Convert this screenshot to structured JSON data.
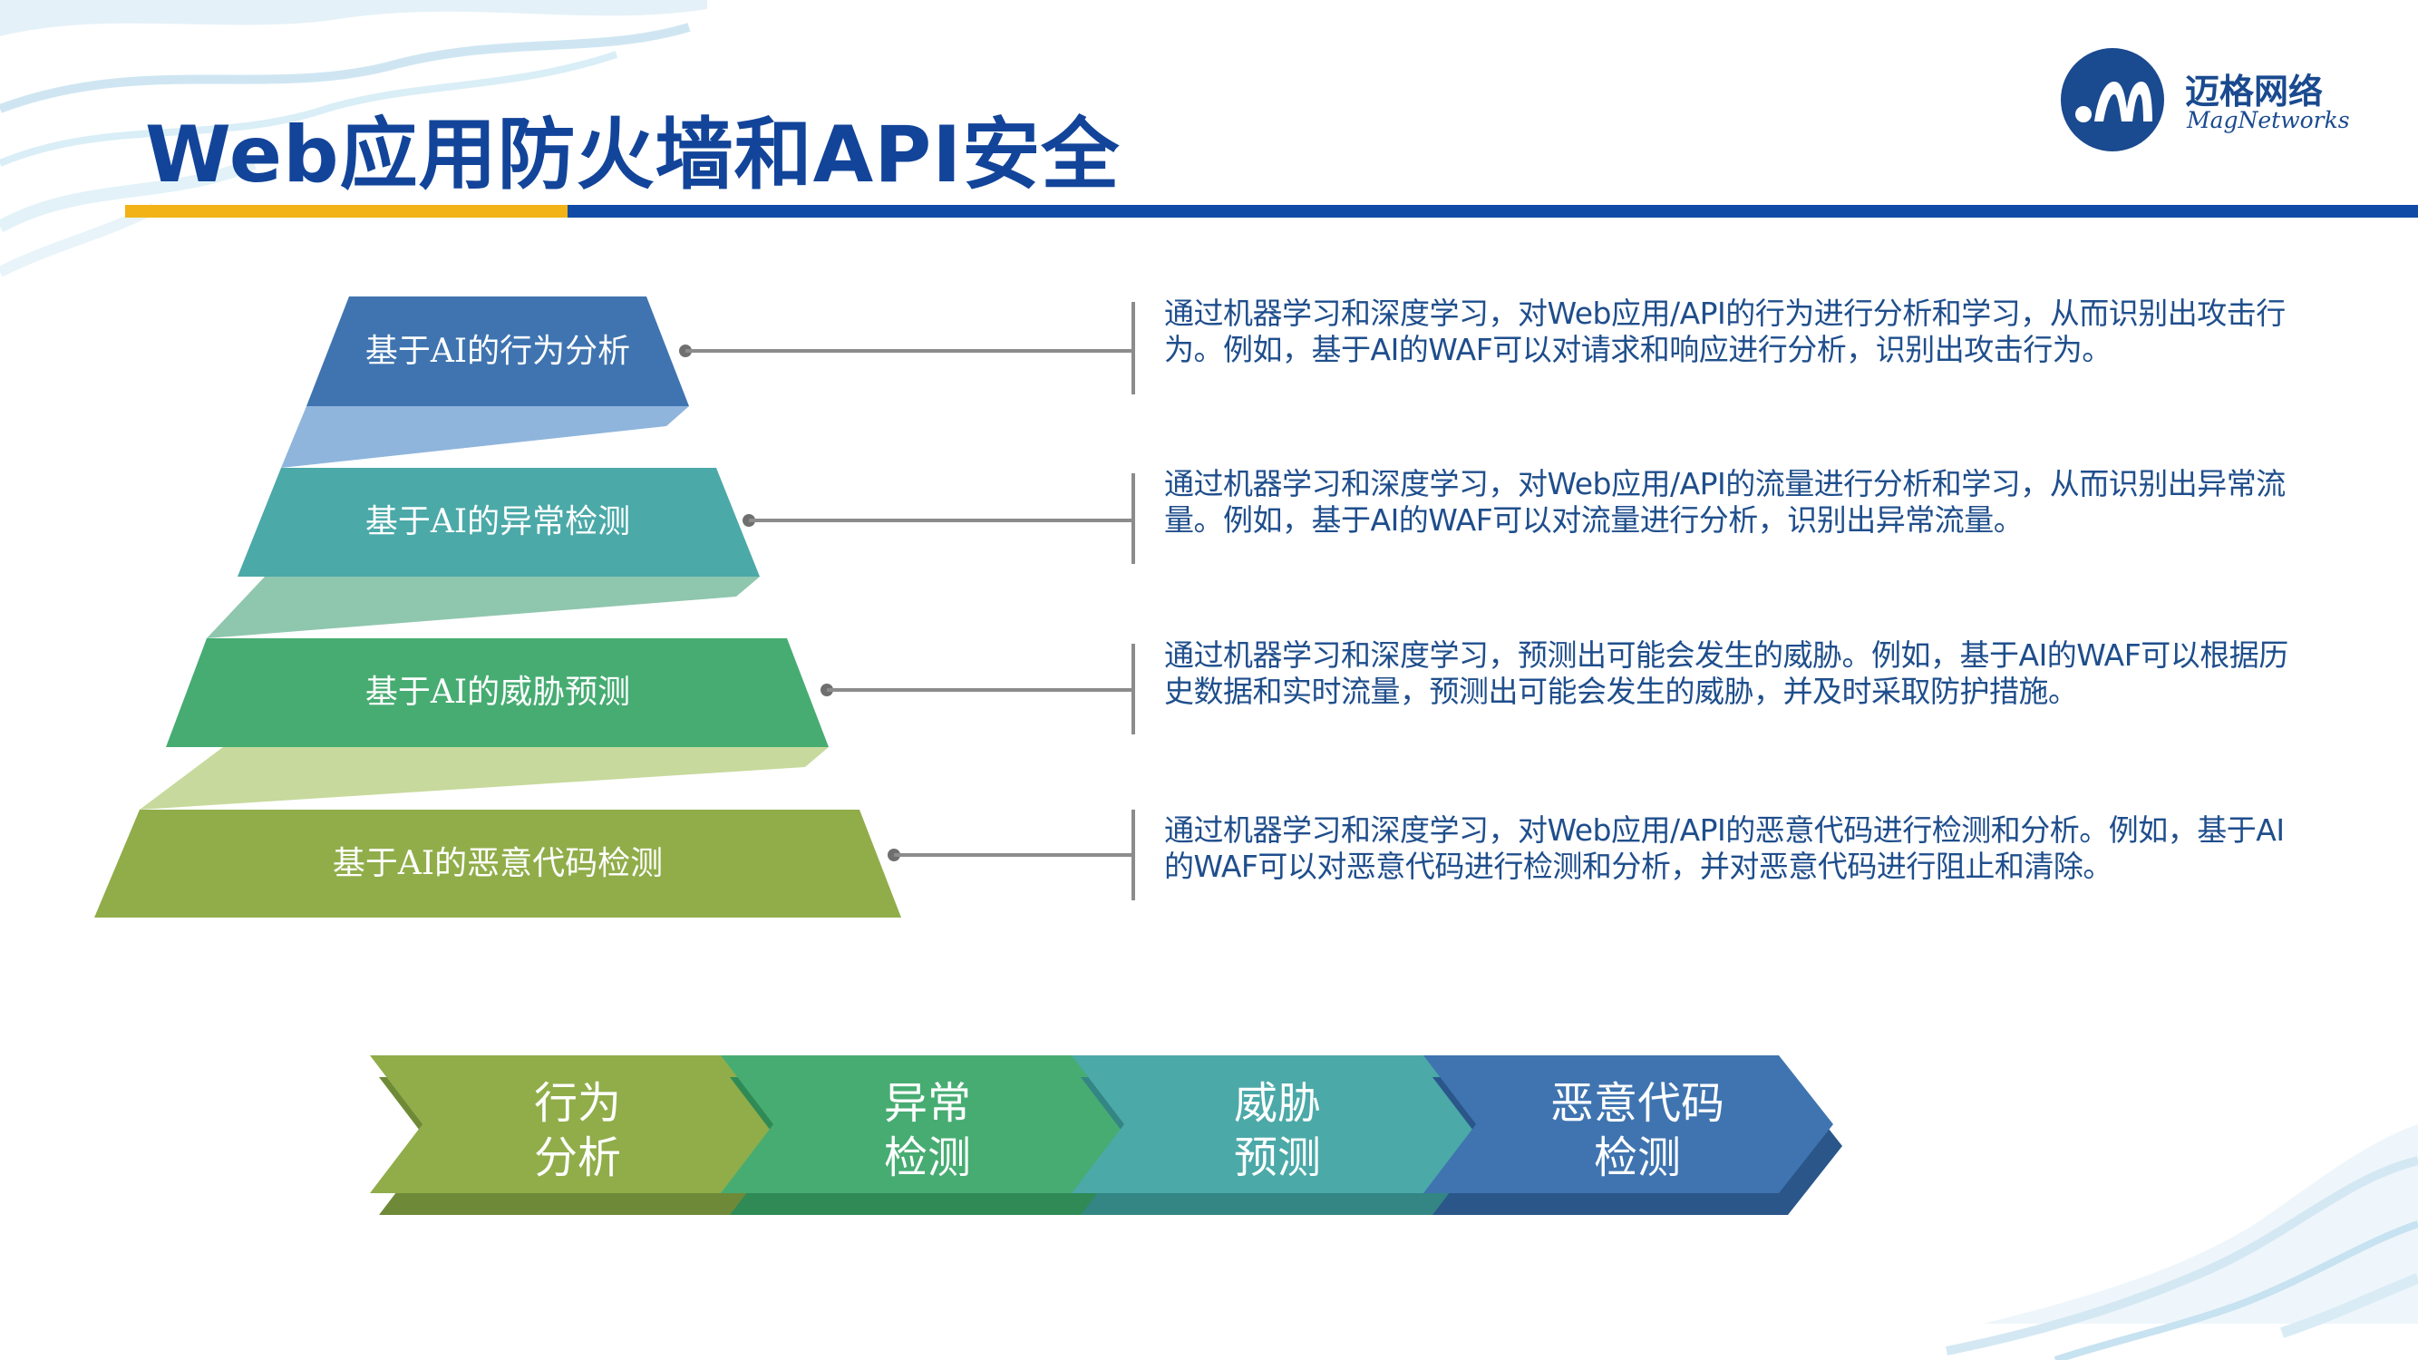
{
  "slide": {
    "title": "Web应用防火墙和API安全"
  },
  "logo": {
    "name_cn": "迈格网络",
    "name_en": "MagNetworks"
  },
  "colors": {
    "title": "#12449a",
    "rule_gold": "#f2b316",
    "rule_blue": "#0f4ba6",
    "text": "#1f4e8c",
    "tier_1": "#3f74b0",
    "tier_2": "#4ba9a8",
    "tier_3": "#47ac72",
    "tier_4": "#90ad4a"
  },
  "pyramid": {
    "tiers": [
      {
        "label": "基于AI的行为分析",
        "description": "通过机器学习和深度学习，对Web应用/API的行为进行分析和学习，从而识别出攻击行为。例如，基于AI的WAF可以对请求和响应进行分析，识别出攻击行为。"
      },
      {
        "label": "基于AI的异常检测",
        "description": "通过机器学习和深度学习，对Web应用/API的流量进行分析和学习，从而识别出异常流量。例如，基于AI的WAF可以对流量进行分析，识别出异常流量。"
      },
      {
        "label": "基于AI的威胁预测",
        "description": "通过机器学习和深度学习，预测出可能会发生的威胁。例如，基于AI的WAF可以根据历史数据和实时流量，预测出可能会发生的威胁，并及时采取防护措施。"
      },
      {
        "label": "基于AI的恶意代码检测",
        "description": "通过机器学习和深度学习，对Web应用/API的恶意代码进行检测和分析。例如，基于AI的WAF可以对恶意代码进行检测和分析，并对恶意代码进行阻止和清除。"
      }
    ]
  },
  "flow": {
    "steps": [
      {
        "line1": "行为",
        "line2": "分析"
      },
      {
        "line1": "异常",
        "line2": "检测"
      },
      {
        "line1": "威胁",
        "line2": "预测"
      },
      {
        "line1": "恶意代码",
        "line2": "检测"
      }
    ]
  }
}
